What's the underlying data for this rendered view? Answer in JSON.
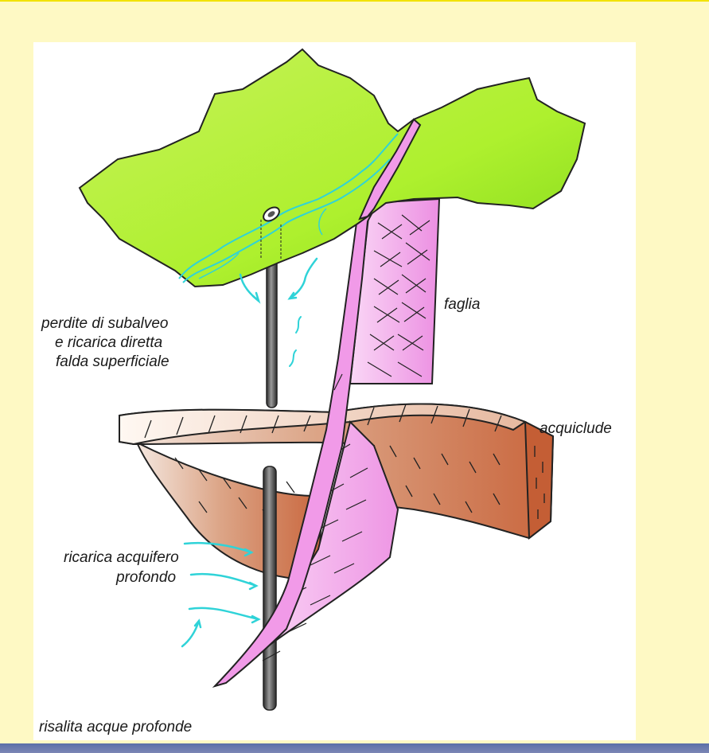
{
  "labels": {
    "perdite": [
      "perdite di subalveo",
      "e ricarica diretta",
      "falda superficiale"
    ],
    "faglia": "faglia",
    "acquiclude": "acquiclude",
    "ricarica": [
      "ricarica acquifero",
      "profondo"
    ],
    "risalita": "risalita acque profonde"
  },
  "colors": {
    "background": "#fef9c4",
    "ground_surface": "#b5f23a",
    "fault_plane": "#f19ae8",
    "aquiclude": "#c9663d",
    "water_arrows": "#2fd3d8",
    "well": "#4a4a4a",
    "bottom_bar": "#5b6fa8"
  }
}
